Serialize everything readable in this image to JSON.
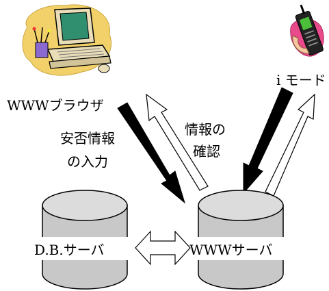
{
  "labels": {
    "browser": "WWWブラウザ",
    "imode": "i モード",
    "input_line1": "安否情報",
    "input_line2": "の入力",
    "confirm_line1": "情報の",
    "confirm_line2": "確認",
    "db_server": "D.B.サーバ",
    "www_server": "WWWサーバ"
  },
  "icons": {
    "computer": "desktop-computer-icon",
    "phone": "mobile-phone-icon"
  },
  "colors": {
    "cylinder_fill": "#c8c8c8",
    "cylinder_stroke": "#000000",
    "arrow_solid": "#000000",
    "arrow_hollow": "#ffffff",
    "monitor_screen": "#2f8f6f",
    "monitor_body": "#e9ddb8",
    "blob": "#f2d06a",
    "phone_screen": "#4bbf3a"
  }
}
